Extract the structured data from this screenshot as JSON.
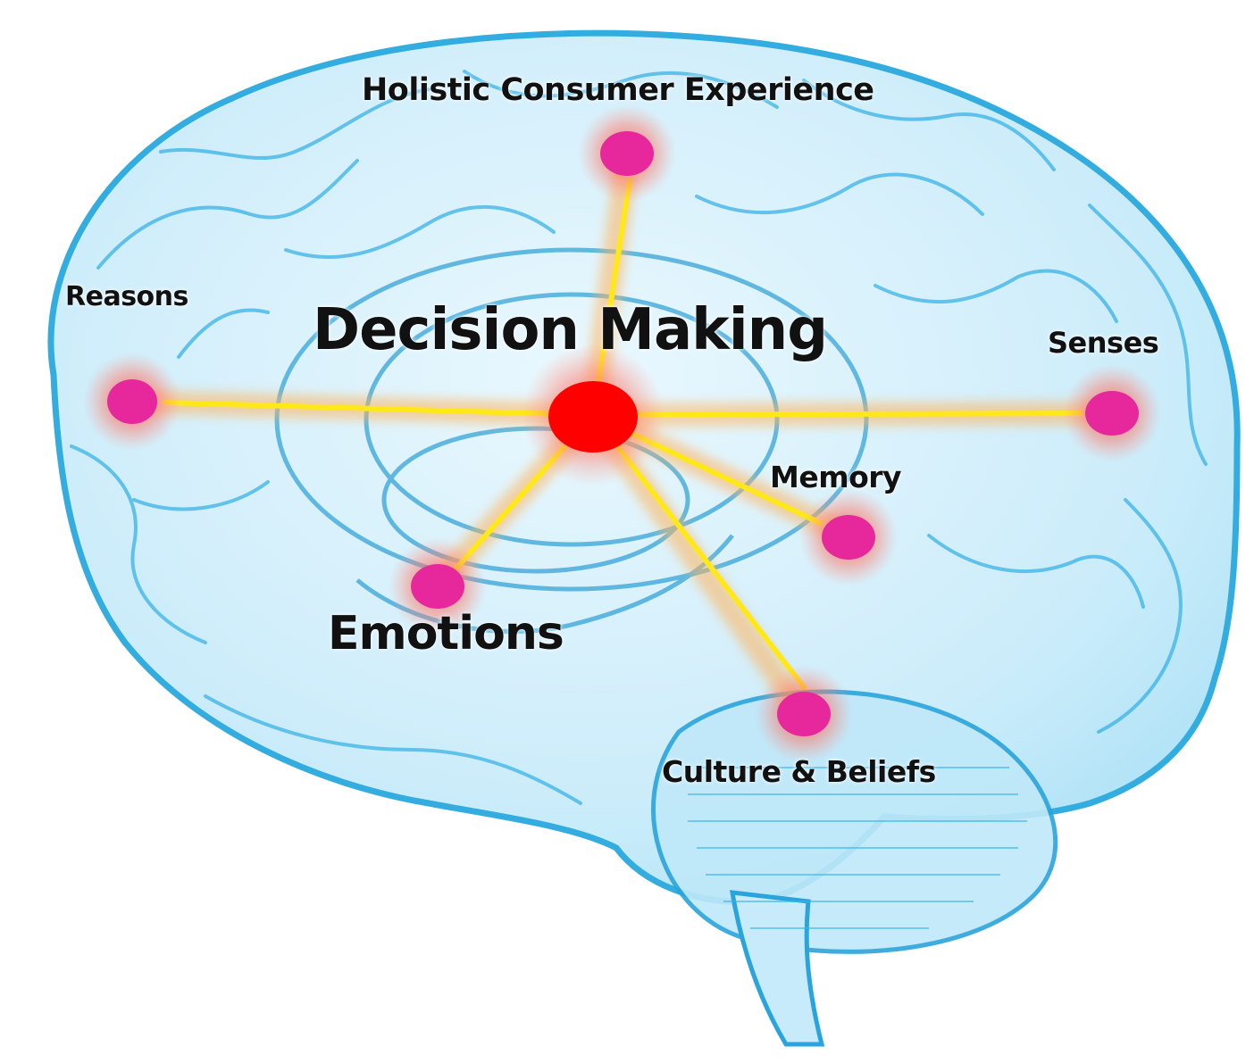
{
  "center": {
    "label": "Decision Making"
  },
  "nodes": [
    {
      "id": "holistic",
      "label": "Holistic Consumer Experience"
    },
    {
      "id": "reasons",
      "label": "Reasons"
    },
    {
      "id": "senses",
      "label": "Senses"
    },
    {
      "id": "memory",
      "label": "Memory"
    },
    {
      "id": "emotions",
      "label": "Emotions"
    },
    {
      "id": "culture",
      "label": "Culture & Beliefs"
    }
  ],
  "colors": {
    "brain_outline": "#29a8df",
    "brain_fill": "#d4f0fb",
    "connector": "#ffe81a",
    "connector_glow": "#ffb25a",
    "center_node": "#ff0000",
    "outer_node": "#e6289c",
    "node_glow": "#ff6f6f"
  }
}
